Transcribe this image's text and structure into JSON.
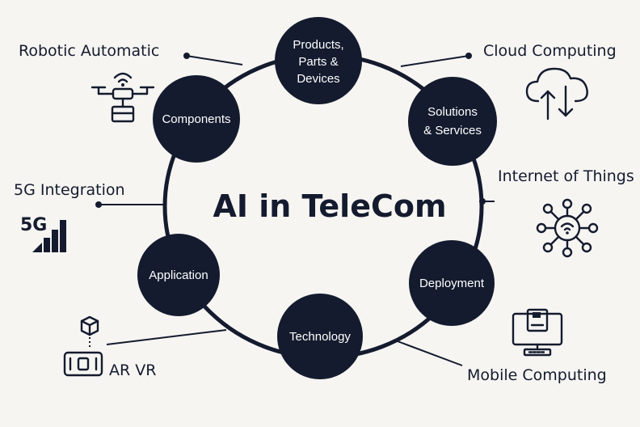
{
  "title": "AI in TeleCom",
  "colors": {
    "node": "#141b2e",
    "background": "#f6f5f2",
    "line": "#141b2e",
    "text": "#141b2e"
  },
  "nodes": {
    "products": [
      "Products,",
      "Parts &",
      "Devices"
    ],
    "solutions": [
      "Solutions",
      "& Services"
    ],
    "deployment": [
      "Deployment"
    ],
    "technology": [
      "Technology"
    ],
    "application": [
      "Application"
    ],
    "components": [
      "Components"
    ]
  },
  "callouts": {
    "robotic": {
      "label": "Robotic  Automatic",
      "icon": "drone-icon"
    },
    "cloud": {
      "label": "Cloud Computing",
      "icon": "cloud-sync-icon"
    },
    "iot": {
      "label": "Internet of Things",
      "icon": "iot-network-icon"
    },
    "integration5g": {
      "label": "5G Integration",
      "icon": "5g-signal-icon",
      "icon_text": "5G"
    },
    "arvr": {
      "label": "AR VR",
      "icon": "ar-vr-headset-icon"
    },
    "mobile": {
      "label": "Mobile Computing",
      "icon": "computer-terminal-icon"
    }
  }
}
